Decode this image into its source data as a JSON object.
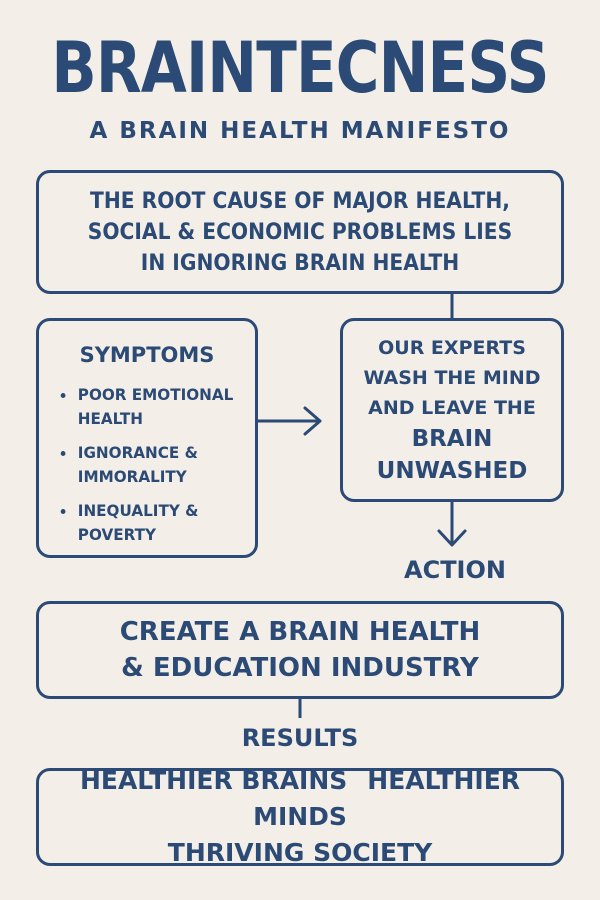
{
  "header": {
    "title": "BRAINTECNESS",
    "subtitle": "A BRAIN HEALTH MANIFESTO"
  },
  "root_cause": {
    "text": "THE ROOT CAUSE OF MAJOR HEALTH, SOCIAL & ECONOMIC PROBLEMS LIES IN IGNORING BRAIN HEALTH"
  },
  "symptoms": {
    "title": "SYMPTOMS",
    "items": [
      "POOR EMOTIONAL HEALTH",
      "IGNORANCE & IMMORALITY",
      "INEQUALITY & POVERTY"
    ]
  },
  "experts": {
    "line1": "OUR EXPERTS",
    "line2": "WASH THE MIND",
    "line3": "AND LEAVE THE",
    "line4": "BRAIN",
    "line5": "UNWASHED"
  },
  "action": {
    "label": "ACTION",
    "box_line1": "CREATE A BRAIN HEALTH",
    "box_line2": "& EDUCATION INDUSTRY"
  },
  "results": {
    "label": "RESULTS",
    "item1": "HEALTHIER BRAINS",
    "item2": "HEALTHIER MINDS",
    "item3": "THRIVING SOCIETY"
  },
  "colors": {
    "background": "#f3efe8",
    "ink": "#2b4a75"
  }
}
